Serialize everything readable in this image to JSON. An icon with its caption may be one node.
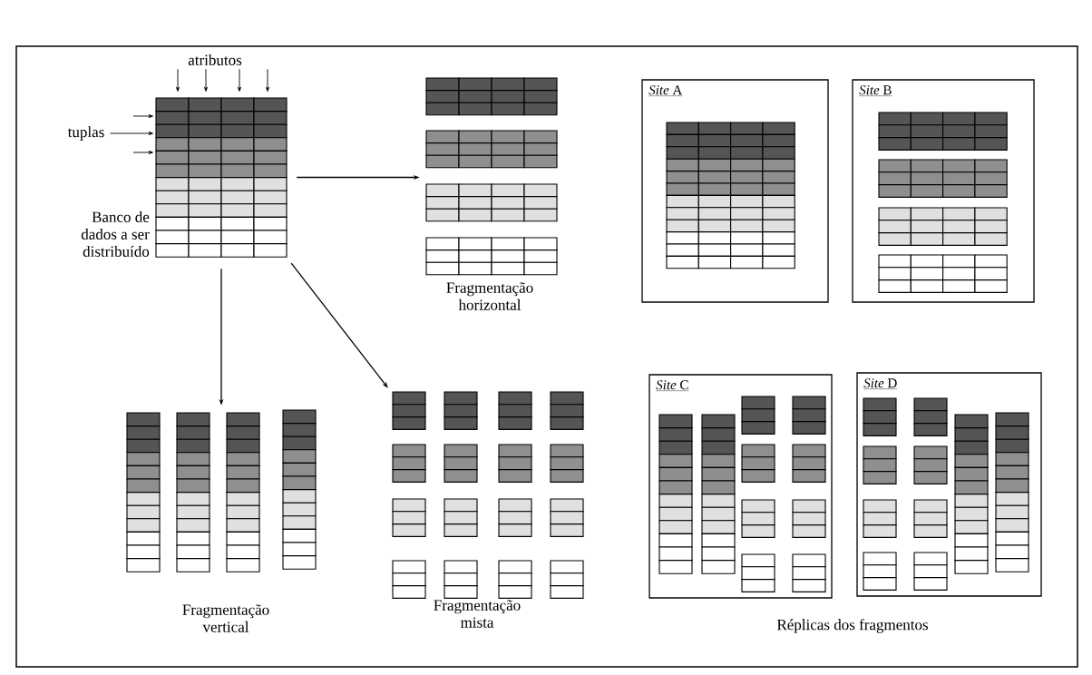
{
  "diagram": {
    "nodes": [
      {
        "text": [
          "atributos"
        ]
      },
      {
        "text": [
          "tuplas"
        ]
      },
      {
        "text": [],
        "shape": "table",
        "beside": [
          "Banco de dados a ser distribuído"
        ]
      },
      {
        "text": [],
        "shape": "table",
        "beside": [
          "Fragmentação horizontal"
        ]
      },
      {
        "text": [],
        "shape": "table",
        "beside": [
          "Fragmentação vertical"
        ]
      },
      {
        "text": [],
        "shape": "table",
        "beside": [
          "Fragmentação mista"
        ]
      },
      {
        "text": [
          "*Site* A"
        ]
      },
      {
        "text": [
          "*Site* B"
        ]
      },
      {
        "text": [
          "*Site* C"
        ]
      },
      {
        "text": [
          "*Site* D"
        ]
      }
    ],
    "edges": [
      {
        "from": 0,
        "to": 2,
        "arrow": "to"
      },
      {
        "from": 0,
        "to": 2,
        "arrow": "to"
      },
      {
        "from": 0,
        "to": 2,
        "arrow": "to"
      },
      {
        "from": 0,
        "to": 2,
        "arrow": "to"
      },
      {
        "from": null,
        "to": 2,
        "arrow": "to"
      },
      {
        "from": 1,
        "to": 2,
        "arrow": "to"
      },
      {
        "from": null,
        "to": 2,
        "arrow": "to"
      },
      {
        "from": 2,
        "to": 3,
        "arrow": "to"
      },
      {
        "from": 2,
        "to": 4,
        "arrow": "to"
      },
      {
        "from": 2,
        "to": 5,
        "arrow": "to"
      }
    ],
    "labels": [
      "Réplicas dos fragmentos"
    ]
  }
}
